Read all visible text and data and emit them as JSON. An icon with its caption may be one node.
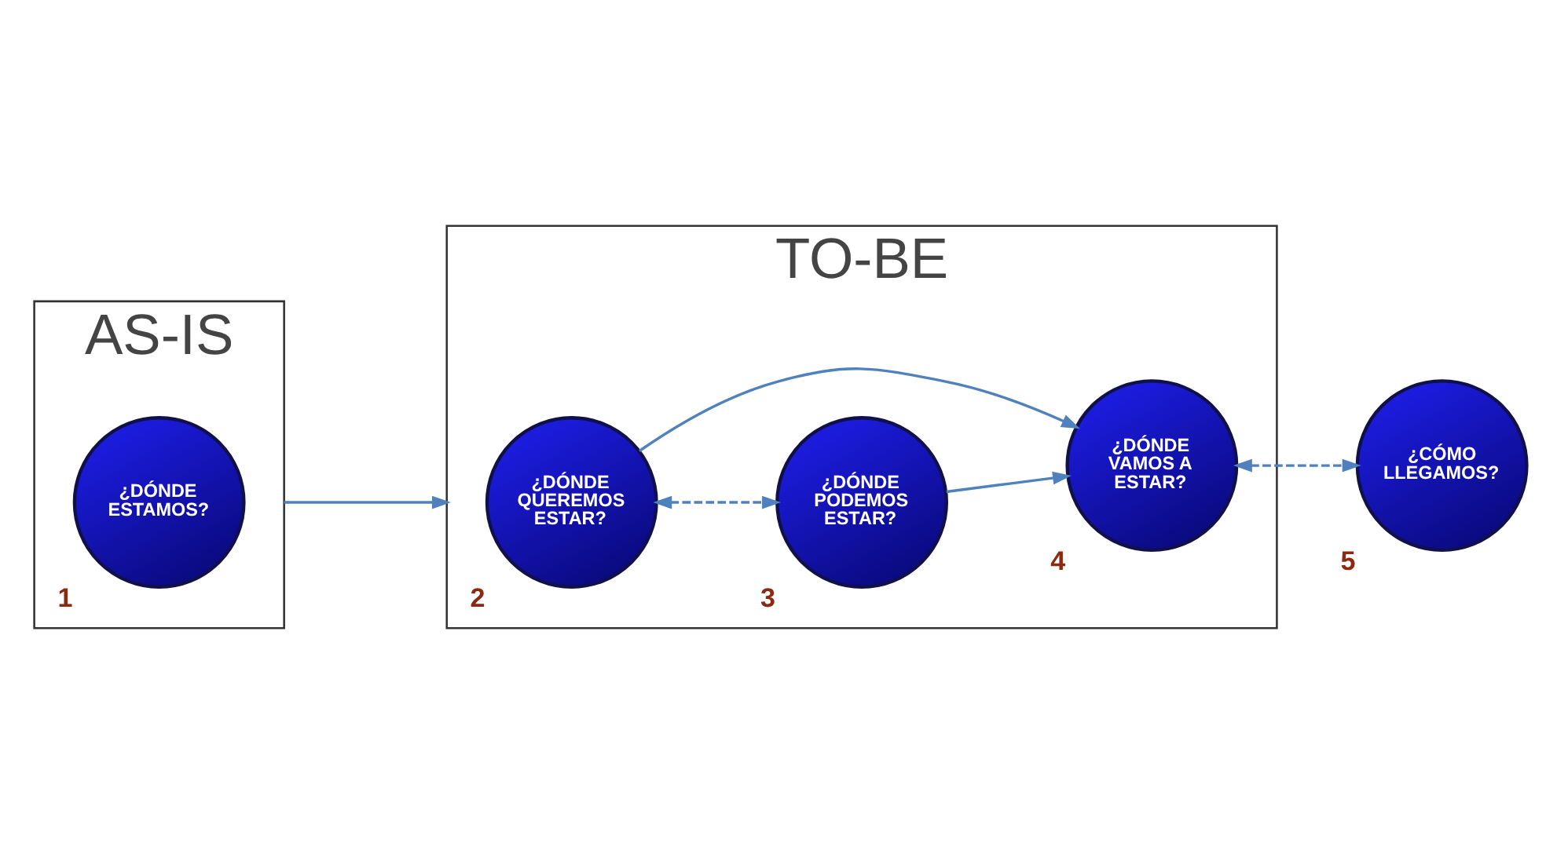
{
  "diagram": {
    "nodes": [
      {
        "text": [
          "AS-IS"
        ]
      },
      {
        "text": [
          "¿DÓNDE ESTAMOS?"
        ],
        "in": 0,
        "beside": [
          "1"
        ]
      },
      {
        "text": [
          "TO-BE"
        ]
      },
      {
        "text": [
          "¿DÓNDE QUEREMOS ESTAR?"
        ],
        "in": 2,
        "beside": [
          "2"
        ]
      },
      {
        "text": [
          "¿DÓNDE PODEMOS ESTAR?"
        ],
        "in": 2,
        "beside": [
          "3"
        ]
      },
      {
        "text": [
          "¿DÓNDE VAMOS A ESTAR?"
        ],
        "in": 2,
        "beside": [
          "4"
        ]
      },
      {
        "text": [
          "¿CÓMO LLEGAMOS?"
        ],
        "beside": [
          "5"
        ]
      }
    ],
    "edges": [
      {
        "from": 0,
        "to": 2,
        "arrow": "to"
      },
      {
        "from": 3,
        "to": 4,
        "arrow": "both",
        "style": "dashed"
      },
      {
        "from": 3,
        "to": 5,
        "arrow": "to"
      },
      {
        "from": 4,
        "to": 5,
        "arrow": "to"
      },
      {
        "from": 5,
        "to": 6,
        "arrow": "both",
        "style": "dashed"
      }
    ]
  }
}
